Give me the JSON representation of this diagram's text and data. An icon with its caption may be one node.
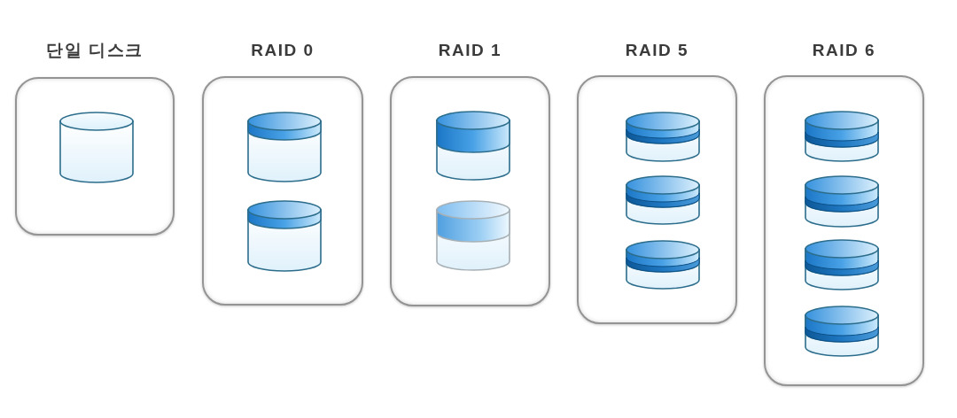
{
  "diagram": {
    "nodes": [
      {
        "text": [
          "단일 디스크"
        ]
      },
      {
        "text": [],
        "shape": "cylinder",
        "in": 0
      },
      {
        "text": [
          "RAID 0"
        ]
      },
      {
        "text": [],
        "shape": "cylinder",
        "in": 2
      },
      {
        "text": [],
        "shape": "cylinder",
        "in": 2
      },
      {
        "text": [
          "RAID 1"
        ]
      },
      {
        "text": [],
        "shape": "cylinder",
        "in": 5
      },
      {
        "text": [],
        "shape": "cylinder",
        "in": 5
      },
      {
        "text": [
          "RAID 5"
        ]
      },
      {
        "text": [],
        "shape": "cylinder",
        "in": 8
      },
      {
        "text": [],
        "shape": "cylinder",
        "in": 8
      },
      {
        "text": [],
        "shape": "cylinder",
        "in": 8
      },
      {
        "text": [
          "RAID 6"
        ]
      },
      {
        "text": [],
        "shape": "cylinder",
        "in": 12
      },
      {
        "text": [],
        "shape": "cylinder",
        "in": 12
      },
      {
        "text": [],
        "shape": "cylinder",
        "in": 12
      },
      {
        "text": [],
        "shape": "cylinder",
        "in": 12
      }
    ]
  }
}
